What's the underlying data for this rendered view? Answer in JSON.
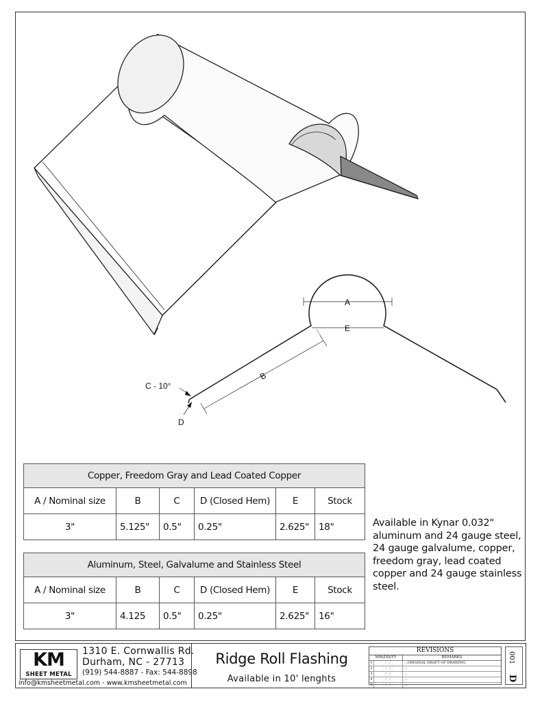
{
  "drawing": {
    "labels": {
      "a": "A",
      "b": "B",
      "c": "C - 10°",
      "d": "D",
      "e": "E"
    }
  },
  "table1": {
    "title": "Copper, Freedom Gray and Lead Coated Copper",
    "headers": [
      "A / Nominal size",
      "B",
      "C",
      "D (Closed Hem)",
      "E",
      "Stock"
    ],
    "row": [
      "3\"",
      "5.125\"",
      "0.5\"",
      "0.25\"",
      "2.625\"",
      "18\""
    ]
  },
  "table2": {
    "title": "Aluminum, Steel, Galvalume and Stainless Steel",
    "headers": [
      "A / Nominal size",
      "B",
      "C",
      "D (Closed Hem)",
      "E",
      "Stock"
    ],
    "row": [
      "3\"",
      "4.125",
      "0.5\"",
      "0.25\"",
      "2.625\"",
      "16\""
    ]
  },
  "availability": "Available in Kynar 0.032\" aluminum and 24 gauge steel, 24 gauge galvalume, copper, freedom gray, lead coated copper and 24 gauge stainless steel.",
  "titleblock": {
    "logo_main": "KM",
    "logo_sub": "SHEET METAL",
    "address_line1": "1310 E. Cornwallis Rd.",
    "address_line2": "Durham, NC - 27713",
    "phone": "(919) 544-8887 - Fax: 544-8898",
    "email": "info@kmsheetmetal.com - www.kmsheetmetal.com",
    "title": "Ridge Roll Flashing",
    "subtitle": "Available in 10' lenghts",
    "revisions": {
      "heading": "REVISIONS",
      "col_date": "MM/DD/YY",
      "col_remarks": "REMARKS",
      "rows": [
        {
          "n": "1",
          "date": "_/_/_",
          "remark": "...ORIGINAL DRAFT OF DRAWING"
        },
        {
          "n": "2",
          "date": "_/_/_",
          "remark": "..."
        },
        {
          "n": "3",
          "date": "_/_/_",
          "remark": "..."
        },
        {
          "n": "4",
          "date": "_/_/_",
          "remark": "..."
        },
        {
          "n": "5",
          "date": "_/_/_",
          "remark": "..."
        }
      ]
    },
    "sheet_number": "001",
    "sheet_letter": "D"
  },
  "colors": {
    "line": "#222222",
    "header_fill": "#e6e6e6",
    "panel": "#ffffff",
    "shade": "#bcbcbc"
  }
}
